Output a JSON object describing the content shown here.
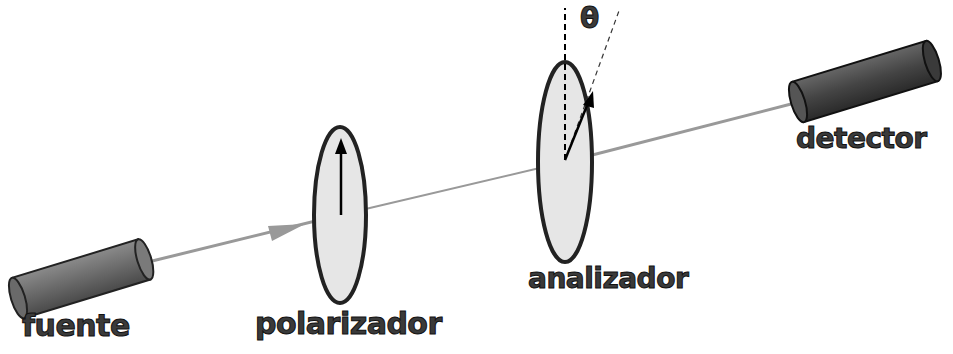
{
  "diagram": {
    "labels": [
      "θ",
      "analizador",
      "detector",
      "fuente",
      "polarizador"
    ]
  }
}
